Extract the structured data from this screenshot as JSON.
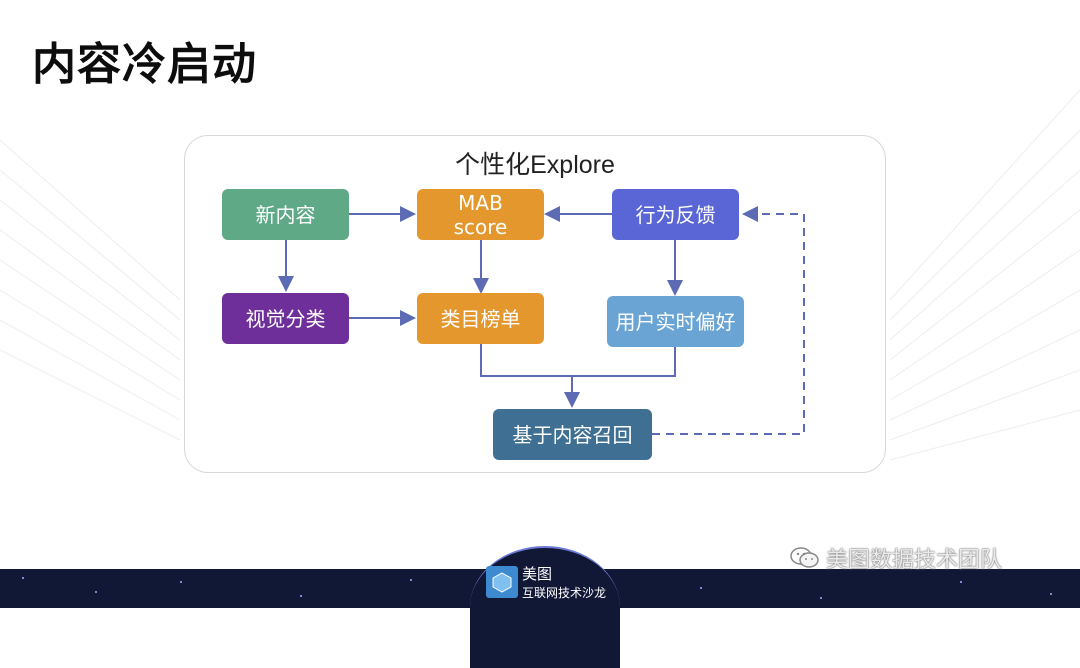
{
  "slide": {
    "title": "内容冷启动"
  },
  "diagram": {
    "title": "个性化Explore",
    "nodes": {
      "new_content": {
        "label": "新内容",
        "color": "#5fa987"
      },
      "mab_line1": "MAB",
      "mab_line2": "score",
      "mab_color": "#e4972c",
      "feedback": {
        "label": "行为反馈",
        "color": "#5a66d6"
      },
      "visual_classify": {
        "label": "视觉分类",
        "color": "#6e2f9b"
      },
      "category_rank": {
        "label": "类目榜单",
        "color": "#e4972c"
      },
      "user_pref": {
        "label": "用户实时偏好",
        "color": "#6aa4d4"
      },
      "content_recall": {
        "label": "基于内容召回",
        "color": "#3f7093"
      }
    },
    "arrow_color": "#5d6bb5"
  },
  "footer": {
    "logo_line1": "美图",
    "logo_line2": "互联网技术沙龙",
    "watermark": "美图数据技术团队"
  }
}
